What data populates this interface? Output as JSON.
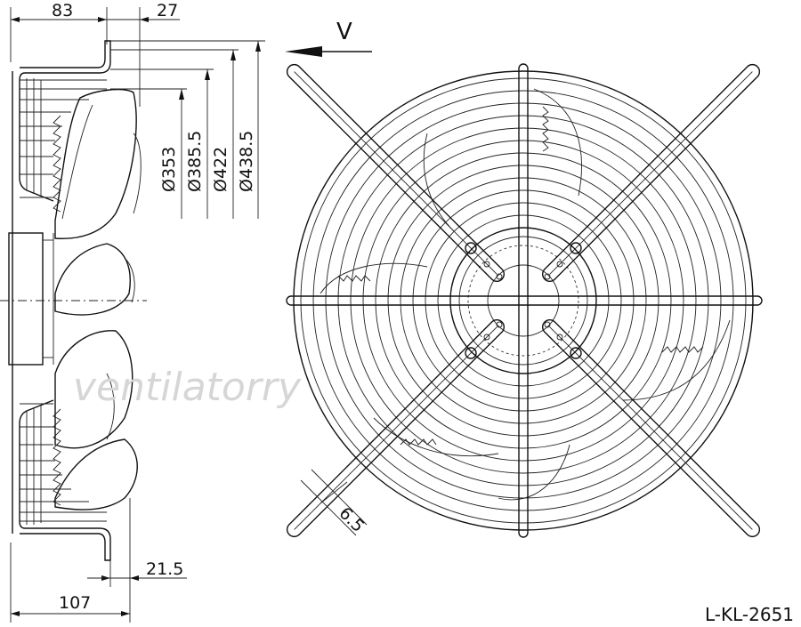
{
  "drawing": {
    "watermark": "ventilatorry",
    "drawing_code": "L-KL-2651",
    "view_label": "V",
    "dimensions": {
      "top_left": "83",
      "top_right": "27",
      "dia_353": "Ø353",
      "dia_385": "Ø385.5",
      "dia_422": "Ø422",
      "dia_438": "Ø438.5",
      "bottom_offset": "21.5",
      "overall_depth": "107",
      "wire_slot": "6.5"
    }
  }
}
